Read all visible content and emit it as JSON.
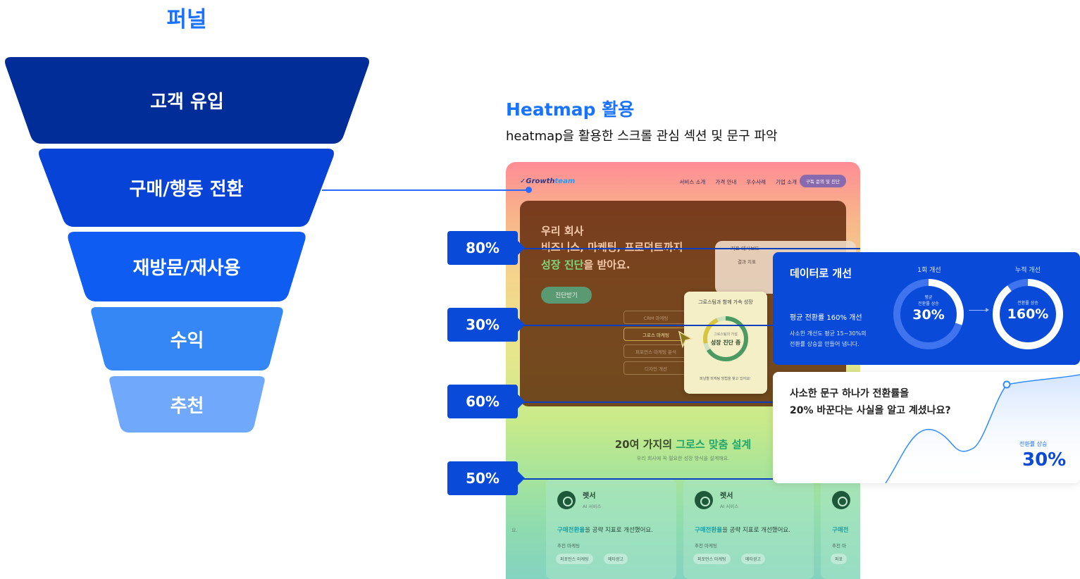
{
  "funnel": {
    "title": "퍼널",
    "layers": [
      {
        "label": "고객 유입",
        "color": "#002d98"
      },
      {
        "label": "구매/행동 전환",
        "color": "#0743d6"
      },
      {
        "label": "재방문/재사용",
        "color": "#0e5cf2"
      },
      {
        "label": "수익",
        "color": "#3587f6"
      },
      {
        "label": "추천",
        "color": "#70a9fb"
      }
    ]
  },
  "heatmap": {
    "title": "Heatmap 활용",
    "subtitle": "heatmap을 활용한 스크롤 관심 섹션 및 문구 파악"
  },
  "site": {
    "logo_prefix": "✓Growth",
    "logo_suffix": "team",
    "nav": [
      "서비스 소개",
      "가격 안내",
      "우수사례",
      "기업 소개"
    ],
    "nav_cta": "구독 문의 및 진단",
    "hero_line1": "우리 회사",
    "hero_line2": "비즈니스, 마케팅, 프로덕트까지",
    "hero_line3_highlight": "성장 진단",
    "hero_line3_rest": "을 받아요.",
    "hero_button": "진단받기",
    "dashboard_title": "지표 대시보드",
    "dashboard_row": "결과 지표",
    "list": [
      "CRM 마케팅",
      "그로스 마케팅",
      "퍼포먼스 마케팅 분석",
      "디자인 개선"
    ],
    "mini_card_title": "그로스팀과 함께 가속 성장",
    "mini_card_small": "그로스팀의 가설",
    "mini_card_main": "성장 진단 중",
    "mini_card_footer": "퍼널별 마케팅 방법을 찾고 있어요!",
    "section_prefix": "20여 가지의 ",
    "section_highlight": "그로스 맞춤 설계",
    "section_sub": "우리 회사에 꼭 필요한 성장 방식을 설계해요.",
    "side_cut": "요.",
    "service_cards": [
      {
        "name": "렛서",
        "tag": "AI 서비스",
        "desc_highlight": "구매전환율",
        "desc_rest": "을 공략 지표로 개선했어요.",
        "category": "추천 마케팅",
        "tags": [
          "퍼포먼스 마케팅",
          "메타광고"
        ]
      },
      {
        "name": "렛서",
        "tag": "AI 서비스",
        "desc_highlight": "구매전환율",
        "desc_rest": "을 공략 지표로 개선했어요.",
        "category": "추천 마케팅",
        "tags": [
          "퍼포먼스 마케팅",
          "메타광고"
        ]
      },
      {
        "name": "",
        "tag": "",
        "desc_highlight": "구매전",
        "desc_rest": "",
        "category": "추천 마",
        "tags": [
          "퍼포"
        ]
      }
    ]
  },
  "badges": [
    "80%",
    "30%",
    "60%",
    "50%"
  ],
  "data_card": {
    "title": "데이터로 개선",
    "subtitle": "평균 전환률 160% 개선",
    "desc1": "사소한 개선도 평균 15~30%의",
    "desc2": "전환률 상승을 만들어 냅니다.",
    "ring1": {
      "label": "1회 개선",
      "small": "평균\n전환률 상승",
      "value": "30%",
      "fraction": 0.3
    },
    "ring2": {
      "label": "누적 개선",
      "small": "전환률 상승",
      "value": "160%",
      "fraction": 0.9
    }
  },
  "quote_card": {
    "line1": "사소한 문구 하나가 전환률을",
    "line2": "20% 바꾼다는 사실을 알고 계셨나요?",
    "stat_label": "전환률 상승",
    "stat_value": "30%"
  }
}
